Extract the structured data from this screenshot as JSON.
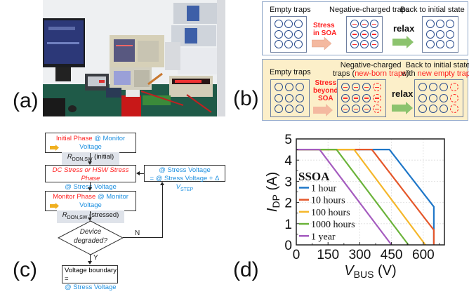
{
  "panels": {
    "a": {
      "label": "(a)",
      "content": "photo of laboratory test setup: monitor, oscilloscopes, power supplies, digital multimeter, PCB under test"
    },
    "b": {
      "label": "(b)"
    },
    "c": {
      "label": "(c)"
    },
    "d": {
      "label": "(d)"
    }
  },
  "traps": {
    "top": {
      "col1_title": "Empty traps",
      "col2_title": "Negative-charged traps",
      "col3_title": "Back to initial state",
      "stress_text": [
        "Stress",
        "in SOA"
      ],
      "relax_text": "relax",
      "grid1": [
        "empty",
        "empty",
        "empty",
        "empty",
        "empty",
        "empty",
        "empty",
        "empty",
        "empty"
      ],
      "grid2": [
        "neg",
        "neg",
        "neg",
        "neg",
        "neg",
        "neg",
        "neg",
        "neg",
        "neg"
      ],
      "grid3": [
        "empty",
        "empty",
        "empty",
        "empty",
        "empty",
        "empty",
        "empty",
        "empty",
        "empty"
      ]
    },
    "bottom": {
      "col1_title": "Empty traps",
      "col2_title_line1": "Negative-charged",
      "col2_title_line2_prefix": "traps (",
      "col2_title_line2_red": "new-born traps",
      "col2_title_line2_suffix": ")",
      "col3_title_line1": "Back to initial state",
      "col3_title_line2_prefix": "with ",
      "col3_title_line2_red": "new empty traps",
      "stress_text": [
        "Stress",
        "beyond",
        "SOA"
      ],
      "relax_text": "relax",
      "grid1": [
        "empty",
        "empty",
        "empty",
        "empty",
        "empty",
        "empty",
        "empty",
        "empty",
        "empty"
      ],
      "grid2": [
        "neg",
        "neg",
        "neg",
        "newneg",
        "neg",
        "neg",
        "neg",
        "newneg",
        "neg",
        "neg",
        "neg",
        "newneg"
      ],
      "grid3": [
        "empty",
        "empty",
        "empty",
        "new",
        "empty",
        "empty",
        "empty",
        "new",
        "empty",
        "empty",
        "empty",
        "new"
      ]
    },
    "colors": {
      "trap_border": "#2a4c8e",
      "negative": "#ff2a2a",
      "stress_arrow": "#f4b9a0",
      "relax_arrow": "#8cc36e",
      "bottom_bg": "#fcefc9"
    }
  },
  "flowchart": {
    "initial": {
      "red": "Initial Phase",
      "blue": "@ Monitor Voltage",
      "r_main": "R",
      "r_sub": "DON,SW",
      "r_suffix": " (initial)"
    },
    "stress": {
      "line1": "DC Stress or HSW Stress Phase",
      "line2": "@ Stress Voltage"
    },
    "update": {
      "line1": "@ Stress Voltage",
      "line2": "= @ Stress Voltage + Δ ",
      "v": "V",
      "v_sub": "STEP"
    },
    "monitor": {
      "red": "Monitor Phase",
      "blue": "@ Monitor Voltage",
      "r_main": "R",
      "r_sub": "DON,SW",
      "r_suffix": " (stressed)"
    },
    "decision": {
      "line1": "Device",
      "line2": "degraded?"
    },
    "no_label": "N",
    "yes_label": "Y",
    "result": {
      "line1": "Voltage boundary =",
      "line2": "@ Stress Voltage"
    }
  },
  "chart_data": {
    "type": "line",
    "title": "",
    "xlabel": "V_BUS (V)",
    "ylabel": "I_DP (A)",
    "xlim": [
      0,
      700
    ],
    "ylim": [
      0,
      5
    ],
    "xticks": [
      0,
      150,
      300,
      450,
      600
    ],
    "yticks": [
      0,
      1,
      2,
      3,
      4,
      5
    ],
    "grid": true,
    "legend_title": "SSOA",
    "legend_position": "left-center",
    "series": [
      {
        "name": "1 hour",
        "color": "#1f77c8",
        "points": [
          [
            0,
            4.5
          ],
          [
            440,
            4.5
          ],
          [
            650,
            1.8
          ],
          [
            650,
            0
          ]
        ]
      },
      {
        "name": "10 hours",
        "color": "#e5572a",
        "points": [
          [
            0,
            4.5
          ],
          [
            357,
            4.5
          ],
          [
            650,
            0.7
          ],
          [
            650,
            0
          ]
        ]
      },
      {
        "name": "100 hours",
        "color": "#f5b72a",
        "points": [
          [
            0,
            4.5
          ],
          [
            273,
            4.5
          ],
          [
            610,
            0
          ]
        ]
      },
      {
        "name": "1000 hours",
        "color": "#6bb33a",
        "points": [
          [
            0,
            4.5
          ],
          [
            190,
            4.5
          ],
          [
            530,
            0
          ]
        ]
      },
      {
        "name": "1 year",
        "color": "#a55cbf",
        "points": [
          [
            0,
            4.5
          ],
          [
            110,
            4.5
          ],
          [
            450,
            0
          ]
        ]
      }
    ]
  }
}
